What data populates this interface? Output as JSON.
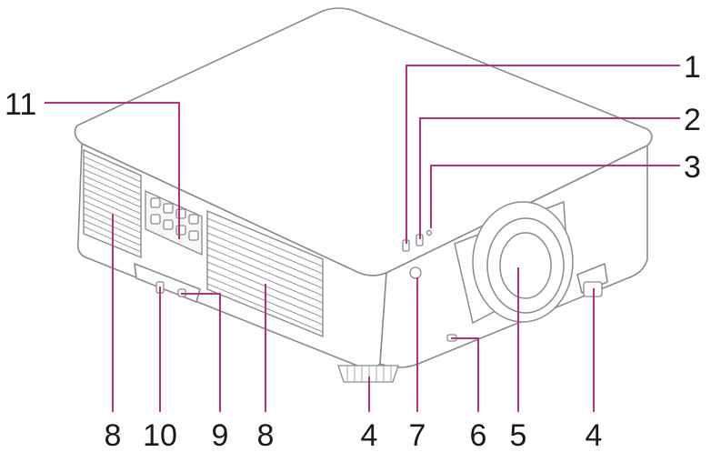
{
  "callouts": {
    "n1": "1",
    "n2": "2",
    "n3": "3",
    "n4a": "4",
    "n4b": "4",
    "n5": "5",
    "n6": "6",
    "n7": "7",
    "n8a": "8",
    "n8b": "8",
    "n9": "9",
    "n10": "10",
    "n11": "11"
  },
  "colors": {
    "leader": "#b8317a",
    "outline": "#8a8a8a",
    "body": "#ffffff",
    "text": "#1a1a1a"
  }
}
